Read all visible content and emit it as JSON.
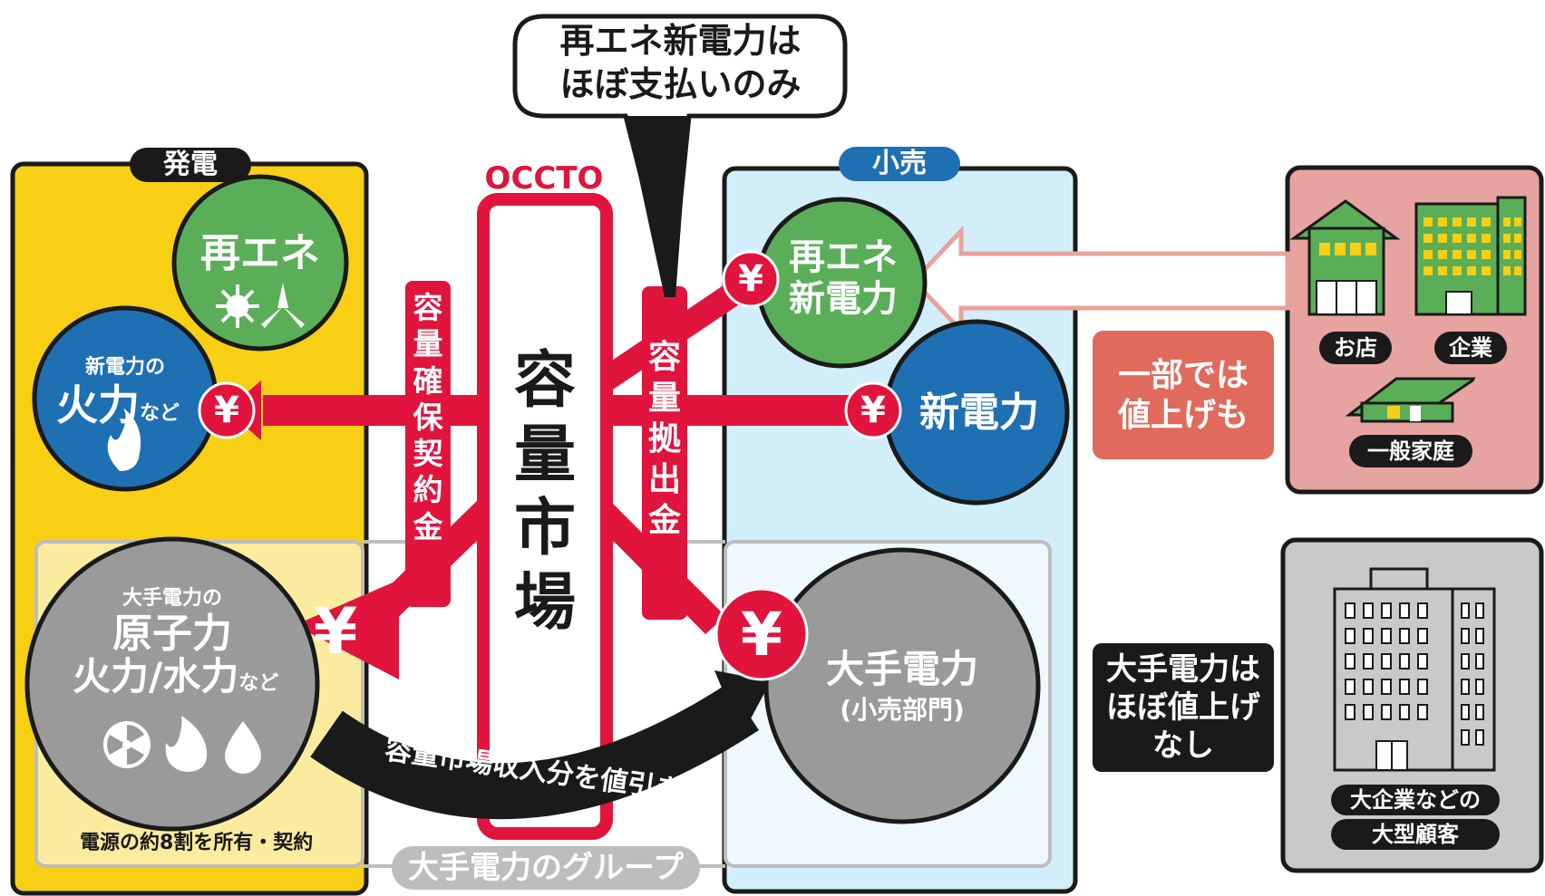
{
  "bubble": {
    "line1": "再エネ新電力は",
    "line2": "ほぼ支払いのみ"
  },
  "generation": {
    "tag": "発電"
  },
  "retail": {
    "tag": "小売"
  },
  "occto": {
    "label": "OCCTO",
    "market_label": "容量市場"
  },
  "flows": {
    "contract_money": "容量確保契約金",
    "contribution": "容量拠出金",
    "discount": "容量市場収入分を値引き",
    "yen": "¥"
  },
  "gen_units": {
    "renewable": "再エネ",
    "new_power_thermal": {
      "line1": "新電力の",
      "line2": "火力",
      "suffix": "など"
    },
    "major_power": {
      "line1": "大手電力の",
      "line2": "原子力",
      "line3": "火力/水力",
      "suffix": "など"
    },
    "share_note": "電源の約8割を所有・契約"
  },
  "retailers": {
    "renewable_new_power": {
      "line1": "再エネ",
      "line2": "新電力"
    },
    "new_power": "新電力",
    "major_power": {
      "line1": "大手電力",
      "line2": "(小売部門)"
    }
  },
  "group_label": "大手電力のグループ",
  "customers": {
    "small": {
      "shop": "お店",
      "company": "企業",
      "household": "一般家庭"
    },
    "large": {
      "line1": "大企業などの",
      "line2": "大型顧客"
    }
  },
  "notes": {
    "price_rise": {
      "line1": "一部では",
      "line2": "値上げも"
    },
    "no_rise": {
      "line1": "大手電力は",
      "line2": "ほぼ値上げ",
      "line3": "なし"
    }
  },
  "colors": {
    "generation_bg": "#f7cf14",
    "retail_bg": "#d3eefb",
    "market_red": "#e0143c",
    "renewable_green": "#5aae58",
    "new_power_blue": "#1f6fb3",
    "major_gray": "#9a9a9a",
    "small_customer_bg": "#e6a3a0",
    "large_customer_bg": "#c9c9c9",
    "rise_note_bg": "#e06b5c"
  },
  "icons": [
    "sun-icon",
    "wind-turbine-icon",
    "flame-icon",
    "radiation-icon",
    "water-drop-icon",
    "shop-icon",
    "office-building-icon",
    "house-icon",
    "skyscraper-icon"
  ]
}
